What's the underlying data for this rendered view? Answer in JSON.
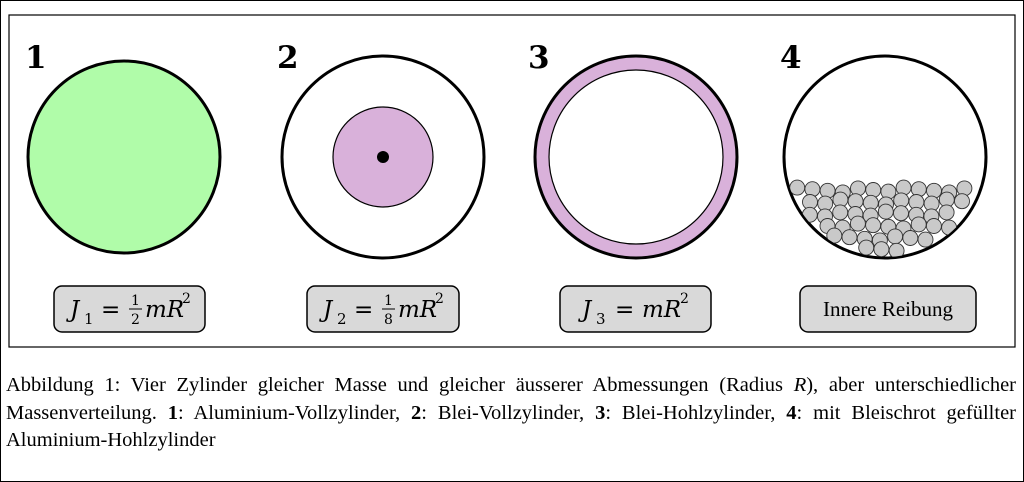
{
  "panels": [
    {
      "number": "1",
      "formula_prefix": "J",
      "formula_sub": "1",
      "formula_eq": "=",
      "frac_num": "1",
      "frac_den": "2",
      "formula_rest": "mR",
      "formula_sup": "2",
      "fill": "#b0fca9",
      "kind": "solid"
    },
    {
      "number": "2",
      "formula_prefix": "J",
      "formula_sub": "2",
      "formula_eq": "=",
      "frac_num": "1",
      "frac_den": "8",
      "formula_rest": "mR",
      "formula_sup": "2",
      "fill": "#d9b1da",
      "kind": "core"
    },
    {
      "number": "3",
      "formula_prefix": "J",
      "formula_sub": "3",
      "formula_eq": "=",
      "formula_rest": "mR",
      "formula_sup": "2",
      "fill": "#d9b1da",
      "kind": "ring"
    },
    {
      "number": "4",
      "label": "Innere Reibung",
      "fill": "#c9c9c9",
      "kind": "shot"
    }
  ],
  "caption": {
    "intro": "Abbildung 1: Vier Zylinder gleicher Masse und gleicher äusserer Abmessungen (Radius ",
    "radius_symbol": "R",
    "after_radius": "), aber unterschiedlicher Massenverteilung. ",
    "n1": "1",
    "t1": ": Aluminium-Vollzylinder, ",
    "n2": "2",
    "t2": ": Blei-Vollzylinder, ",
    "n3": "3",
    "t3": ": Blei-Hohlzylinder, ",
    "n4": "4",
    "t4": ": mit Bleischrot gefüllter Aluminium-Hohlzylinder"
  },
  "colors": {
    "aluminium": "#b0fca9",
    "lead": "#d9b1da",
    "label_box": "#d9d9d9",
    "shot": "#c9c9c9"
  }
}
